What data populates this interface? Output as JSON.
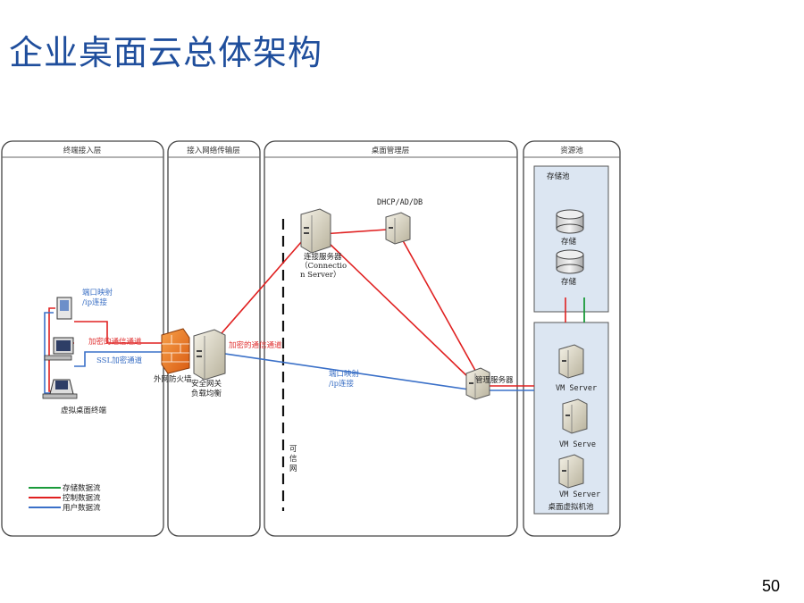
{
  "slide": {
    "title": "企业桌面云总体架构",
    "page_number": "50"
  },
  "columns": {
    "terminal_access": "终端接入层",
    "network_transport": "接入网络传输层",
    "desktop_management": "桌面管理层",
    "resource_pool": "资源池"
  },
  "nodes": {
    "dhcp_ad_db": "DHCP/AD/DB",
    "connection_server_line1": "连接服务器",
    "connection_server_line2": "（Connectio",
    "connection_server_line3": "n Server）",
    "management_server": "管理服务器",
    "firewall": "外网防火墙",
    "gateway_line1": "安全网关",
    "gateway_line2": "负载均衡",
    "virtual_terminal": "虚拟桌面终端",
    "storage_pool_title": "存储池",
    "storage_1": "存储",
    "storage_2": "存储",
    "vm_server_1": "VM Server",
    "vm_server_2": "VM Serve",
    "vm_server_3": "VM Server",
    "vm_pool_title": "桌面虚拟机池",
    "trusted_network": "可信网"
  },
  "annotations": {
    "port_mapping_line1": "端口映射",
    "port_mapping_line2": "/ip连接",
    "encrypted_channel": "加密的通信通道",
    "ssl_channel": "SSL加密通道",
    "encrypted_channel_2": "加密的通信通道",
    "port_mapping_2_line1": "端口映射",
    "port_mapping_2_line2": "/ip连接"
  },
  "legend": [
    {
      "label": "存储数据流",
      "color": "#1a9a3a"
    },
    {
      "label": "控制数据流",
      "color": "#e02020"
    },
    {
      "label": "用户数据流",
      "color": "#3a70c8"
    }
  ],
  "colors": {
    "title": "#1f4e9c",
    "storage_flow": "#1a9a3a",
    "control_flow": "#e02020",
    "user_flow": "#3a70c8",
    "pool_fill": "#dce6f2"
  }
}
